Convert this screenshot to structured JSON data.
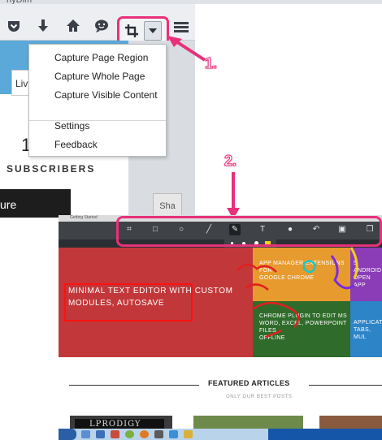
{
  "browser": {
    "tab_fragment": "nyDim",
    "toolbar_icons": [
      "pocket-icon",
      "download-icon",
      "home-icon",
      "chat-icon",
      "crop-icon",
      "dropdown-caret-icon",
      "menu-icon"
    ]
  },
  "page": {
    "live_text": "Liv",
    "subscriber_count": "1",
    "subscribers_label": "SUBSCRIBERS",
    "thumb_text": "ure",
    "share_text": "Sha"
  },
  "capture_menu": {
    "items": [
      "Capture Page Region",
      "Capture Whole Page",
      "Capture Visible Content"
    ],
    "secondary_items": [
      "Settings",
      "Feedback"
    ]
  },
  "annotations": {
    "step1": "1.",
    "step2": "2."
  },
  "editor": {
    "browser_strip": "Getting Started",
    "tools": [
      "crop-tool-icon",
      "rectangle-tool-icon",
      "ellipse-tool-icon",
      "line-tool-icon",
      "pen-tool-icon",
      "text-tool-icon",
      "blur-tool-icon",
      "undo-icon",
      "save-icon",
      "copy-icon"
    ],
    "red_tile_title": [
      "MINIMAL TEXT EDITOR WITH CUSTOM",
      "MODULES, AUTOSAVE"
    ],
    "orange_tile_text": [
      "APP MANAGER EXTENSIONS FOR",
      "GOOGLE CHROME"
    ],
    "green_tile_text": [
      "CHROME PLUGIN TO EDIT MS",
      "WORD, EXCEL, POWERPOINT FILES",
      "OFFLINE"
    ],
    "purple_tile_text": [
      "5 ANDROID",
      "OPEN APP"
    ],
    "blue_tile_text": [
      "APPLICAT",
      "TABS, MUL"
    ],
    "featured_title": "FEATURED ARTICLES",
    "featured_subtitle": "ONLY OUR BEST POSTS",
    "thumb_caption": "LPRODIGY"
  },
  "colors": {
    "highlight": "#e8317a",
    "red_box": "#ff1111"
  }
}
